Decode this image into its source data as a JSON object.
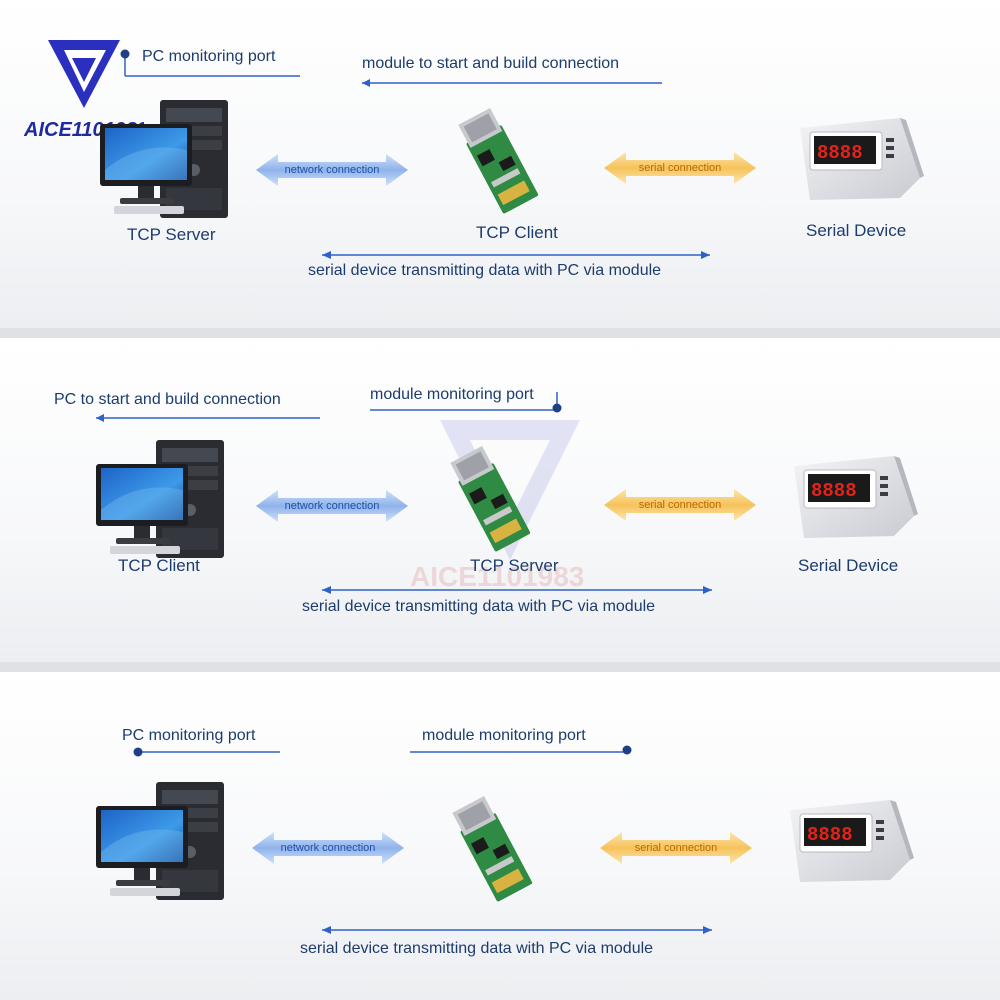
{
  "logo": {
    "brand": "AICE1101983"
  },
  "watermark": {
    "brand": "AICE1101983"
  },
  "panels": [
    {
      "top_left": "PC monitoring port",
      "top_right": "module to start and build connection",
      "pc_caption": "TCP Server",
      "module_caption": "TCP Client",
      "device_caption": "Serial Device",
      "network_label": "network connection",
      "serial_label": "serial connection",
      "bottom": "serial device transmitting data with PC via module"
    },
    {
      "top_left": "PC to start and build connection",
      "top_right": "module monitoring port",
      "pc_caption": "TCP Client",
      "module_caption": "TCP Server",
      "device_caption": "Serial Device",
      "network_label": "network connection",
      "serial_label": "serial connection",
      "bottom": "serial device transmitting data with PC via module"
    },
    {
      "top_left": "PC monitoring port",
      "top_right": "module monitoring port",
      "network_label": "network connection",
      "serial_label": "serial connection",
      "bottom": "serial device transmitting data with PC via module"
    }
  ],
  "colors": {
    "text": "#1d3c6e",
    "network_arrow": "#8fb3ea",
    "serial_arrow": "#f6c25a",
    "line": "#2e62c9",
    "display_red": "#e0241c"
  },
  "icons": [
    "desktop-computer-icon",
    "network-module-icon",
    "weighing-indicator-icon"
  ]
}
